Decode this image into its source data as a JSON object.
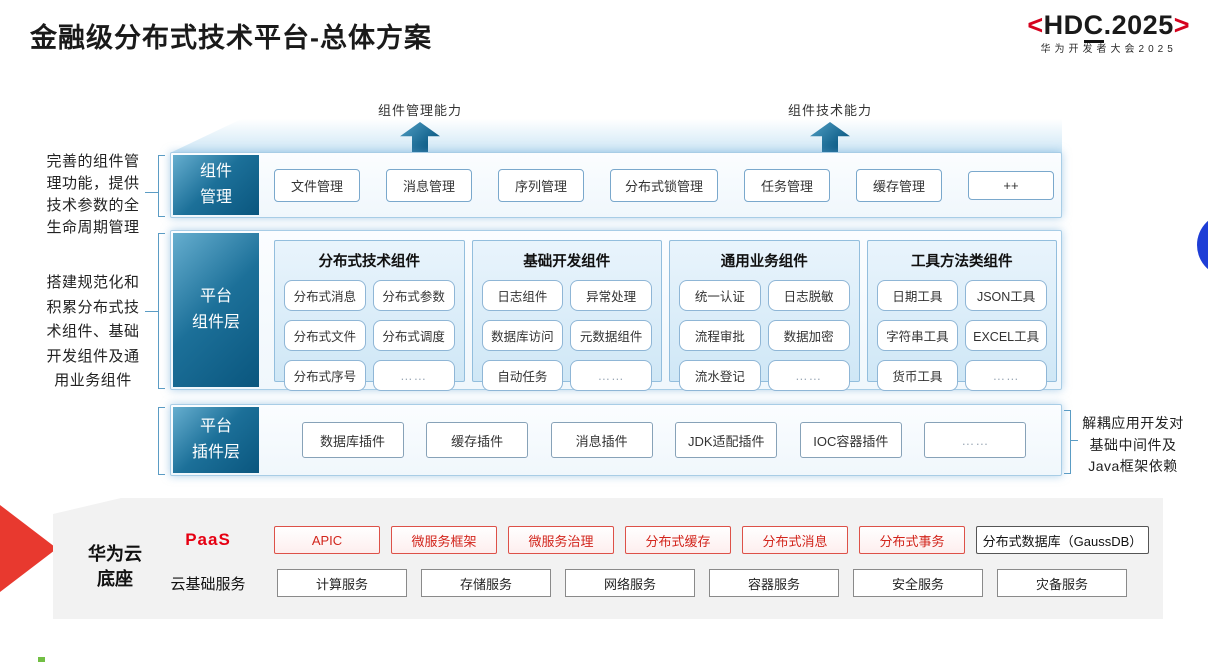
{
  "header": {
    "title": "金融级分布式技术平台-总体方案"
  },
  "logo": {
    "left_bracket": "<",
    "part1": "HD",
    "part2": "C",
    "part3": ".2025",
    "right_bracket": ">",
    "subtitle": "华为开发者大会2025"
  },
  "capability_arrows": [
    {
      "label": "组件管理能力"
    },
    {
      "label": "组件技术能力"
    }
  ],
  "side_notes": {
    "left_top": "完善的组件管\n理功能，提供\n技术参数的全\n生命周期管理",
    "left_bottom": "搭建规范化和\n积累分布式技\n术组件、基础\n开发组件及通\n用业务组件",
    "right": "解耦应用开发对\n基础中间件及\nJava框架依赖"
  },
  "layers": {
    "component_mgmt": {
      "label": "组件\n管理",
      "items": [
        "文件管理",
        "消息管理",
        "序列管理",
        "分布式锁管理",
        "任务管理",
        "缓存管理",
        "++"
      ]
    },
    "platform_components": {
      "label": "平台\n组件层",
      "groups": [
        {
          "title": "分布式技术组件",
          "items": [
            "分布式消息",
            "分布式参数",
            "分布式文件",
            "分布式调度",
            "分布式序号",
            "……"
          ]
        },
        {
          "title": "基础开发组件",
          "items": [
            "日志组件",
            "异常处理",
            "数据库访问",
            "元数据组件",
            "自动任务",
            "……"
          ]
        },
        {
          "title": "通用业务组件",
          "items": [
            "统一认证",
            "日志脱敏",
            "流程审批",
            "数据加密",
            "流水登记",
            "……"
          ]
        },
        {
          "title": "工具方法类组件",
          "items": [
            "日期工具",
            "JSON工具",
            "字符串工具",
            "EXCEL工具",
            "货币工具",
            "……"
          ]
        }
      ]
    },
    "platform_plugins": {
      "label": "平台\n插件层",
      "items": [
        "数据库插件",
        "缓存插件",
        "消息插件",
        "JDK适配插件",
        "IOC容器插件",
        "……"
      ]
    }
  },
  "foundation": {
    "label": "华为云\n底座",
    "paas": {
      "label": "PaaS",
      "items": [
        "APIC",
        "微服务框架",
        "微服务治理",
        "分布式缓存",
        "分布式消息",
        "分布式事务"
      ],
      "db_item": "分布式数据库（GaussDB）"
    },
    "iaas": {
      "label": "云基础服务",
      "items": [
        "计算服务",
        "存储服务",
        "网络服务",
        "容器服务",
        "安全服务",
        "灾备服务"
      ]
    }
  },
  "colors": {
    "brand_red": "#d5021e",
    "paas_red": "#e60012",
    "layer_teal_dark": "#0a567e",
    "layer_teal_light": "#66aecf",
    "row_border_blue": "#a8cde6",
    "blue_circle": "#1e3ed6",
    "foundation_gray": "#f2f2f2"
  }
}
